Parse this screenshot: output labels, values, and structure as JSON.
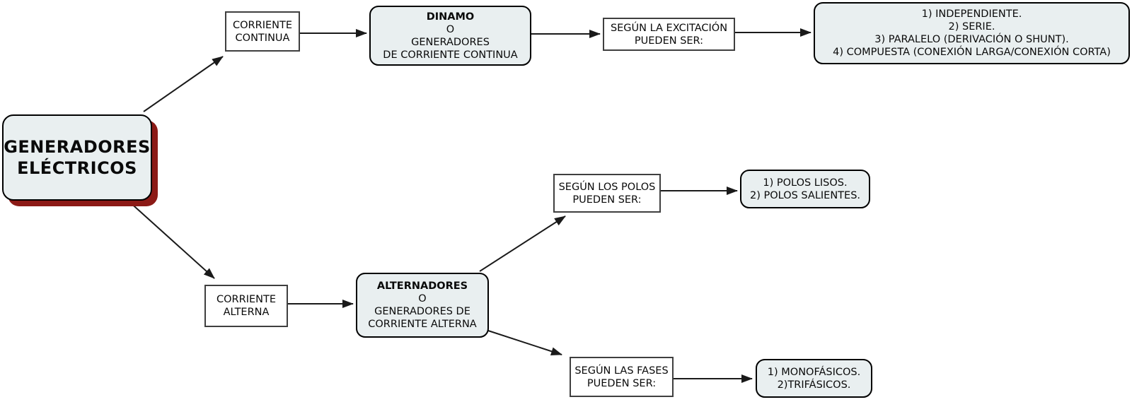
{
  "diagram": {
    "type": "concept-map",
    "topic": "GENERADORES ELÉCTRICOS",
    "colors": {
      "background": "#ffffff",
      "node_fill": "#e9eff0",
      "root_shadow": "#8c1a16",
      "rounded_border": "#000000",
      "rect_border": "#3f3f3f",
      "arrow": "#1a1a1a",
      "text": "#0a0a0a"
    },
    "nodes": {
      "root": {
        "text": "GENERADORES\nELÉCTRICOS"
      },
      "corriente_continua": {
        "text": "CORRIENTE\nCONTINUA"
      },
      "dinamo": {
        "heading": "DINAMO",
        "body": "O\nGENERADORES\nDE CORRIENTE CONTINUA"
      },
      "segun_excitacion": {
        "text": "SEGÚN LA EXCITACIÓN\nPUEDEN SER:"
      },
      "excitacion_list": {
        "text": "1) INDEPENDIENTE.\n2) SERIE.\n3) PARALELO (DERIVACIÓN O SHUNT).\n4) COMPUESTA (CONEXIÓN LARGA/CONEXIÓN CORTA)"
      },
      "corriente_alterna": {
        "text": "CORRIENTE\nALTERNA"
      },
      "alternadores": {
        "heading": "ALTERNADORES",
        "body": "O\nGENERADORES DE\nCORRIENTE ALTERNA"
      },
      "segun_polos": {
        "text": "SEGÚN LOS POLOS\nPUEDEN SER:"
      },
      "polos_list": {
        "text": "1) POLOS LISOS.\n2) POLOS SALIENTES."
      },
      "segun_fases": {
        "text": "SEGÚN LAS FASES\nPUEDEN SER:"
      },
      "fases_list": {
        "text": "1) MONOFÁSICOS.\n2)TRIFÁSICOS."
      }
    },
    "edges": [
      {
        "from": "root",
        "to": "corriente_continua"
      },
      {
        "from": "corriente_continua",
        "to": "dinamo"
      },
      {
        "from": "dinamo",
        "to": "segun_excitacion"
      },
      {
        "from": "segun_excitacion",
        "to": "excitacion_list"
      },
      {
        "from": "root",
        "to": "corriente_alterna"
      },
      {
        "from": "corriente_alterna",
        "to": "alternadores"
      },
      {
        "from": "alternadores",
        "to": "segun_polos"
      },
      {
        "from": "segun_polos",
        "to": "polos_list"
      },
      {
        "from": "alternadores",
        "to": "segun_fases"
      },
      {
        "from": "segun_fases",
        "to": "fases_list"
      }
    ]
  }
}
